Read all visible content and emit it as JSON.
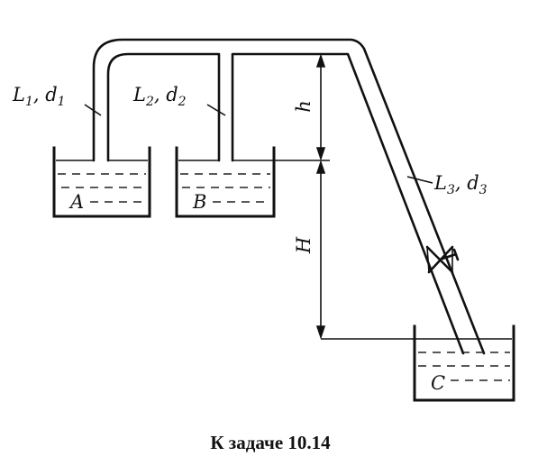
{
  "labels": {
    "pipe1": {
      "main": "L",
      "sub1": "1",
      "mid": ", d",
      "sub2": "1"
    },
    "pipe2": {
      "main": "L",
      "sub1": "2",
      "mid": ", d",
      "sub2": "2"
    },
    "pipe3": {
      "main": "L",
      "sub1": "3",
      "mid": ", d",
      "sub2": "3"
    },
    "tank_a": "A",
    "tank_b": "B",
    "tank_c": "C",
    "height_small": "h",
    "height_large": "H"
  },
  "caption": "К задаче 10.14"
}
